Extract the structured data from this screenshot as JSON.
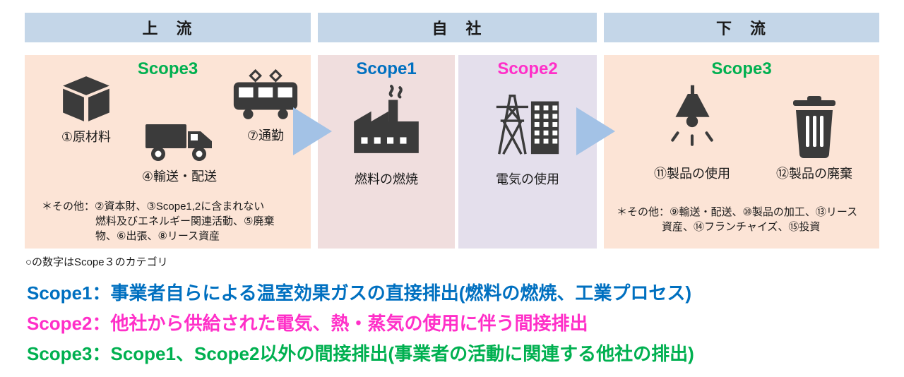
{
  "headers": {
    "upstream": "上　流",
    "company": "自　社",
    "downstream": "下　流"
  },
  "upstream": {
    "scope_label": "Scope3",
    "items": [
      {
        "label": "①原材料",
        "icon": "box-icon"
      },
      {
        "label": "④輸送・配送",
        "icon": "truck-icon"
      },
      {
        "label": "⑦通勤",
        "icon": "train-icon"
      }
    ],
    "note_lines": [
      "＊その他：②資本財、③Scope1,2に含まれない",
      "燃料及びエネルギー関連活動、⑤廃棄",
      "物、⑥出張、⑧リース資産"
    ]
  },
  "company": {
    "scope1": {
      "label": "Scope1",
      "item": "燃料の燃焼",
      "icon": "factory-icon"
    },
    "scope2": {
      "label": "Scope2",
      "item": "電気の使用",
      "icon": "power-icon"
    }
  },
  "downstream": {
    "scope_label": "Scope3",
    "items": [
      {
        "label": "⑪製品の使用",
        "icon": "lamp-icon"
      },
      {
        "label": "⑫製品の廃棄",
        "icon": "trash-icon"
      }
    ],
    "note_lines": [
      "＊その他：⑨輸送・配送、⑩製品の加工、⑬リース",
      "資産、⑭フランチャイズ、⑮投資"
    ]
  },
  "caption": "○の数字はScope３のカテゴリ",
  "legend": [
    {
      "text": "Scope1：事業者自らによる温室効果ガスの直接排出(燃料の燃焼、工業プロセス)",
      "color": "#0070C0"
    },
    {
      "text": "Scope2：他社から供給された電気、熱・蒸気の使用に伴う間接排出",
      "color": "#FF2FC8"
    },
    {
      "text": "Scope3：Scope1、Scope2以外の間接排出(事業者の活動に関連する他社の排出)",
      "color": "#00B050"
    }
  ],
  "colors": {
    "scope1": "#0070C0",
    "scope2": "#FF2FC8",
    "scope3": "#00B050",
    "header_bg": "#C4D6E8",
    "upstream_panel_bg": "#FCE4D6",
    "scope1_panel_bg": "#F0DEDE",
    "scope2_panel_bg": "#E4DFEC",
    "arrow": "#A3C2E6",
    "icon": "#3B3B3B"
  }
}
